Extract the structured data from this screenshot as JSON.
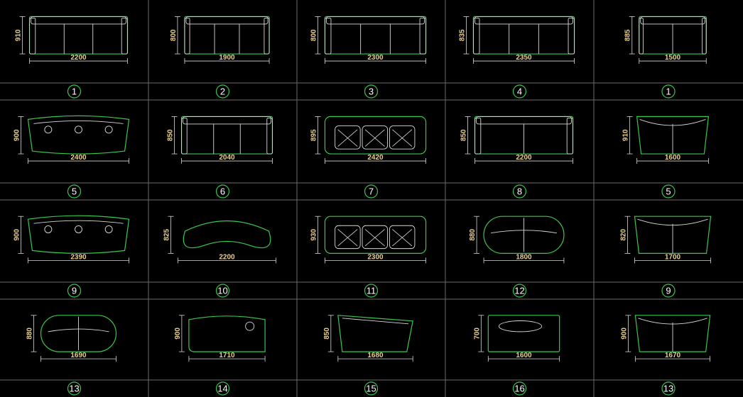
{
  "colors": {
    "outline": "#39c84a",
    "detail": "#d8d8d8",
    "dimension_text": "#e8cf8a",
    "grid": "#6b6b6b",
    "background": "#000000"
  },
  "cells": [
    {
      "id": "1",
      "width": "2200",
      "depth": "910",
      "shape": "rect3"
    },
    {
      "id": "2",
      "width": "1900",
      "depth": "800",
      "shape": "rect3"
    },
    {
      "id": "3",
      "width": "2300",
      "depth": "800",
      "shape": "rect3"
    },
    {
      "id": "4",
      "width": "2350",
      "depth": "835",
      "shape": "rect3"
    },
    {
      "id": "1",
      "width": "1500",
      "depth": "885",
      "shape": "rect2"
    },
    {
      "id": "5",
      "width": "2400",
      "depth": "900",
      "shape": "curve3"
    },
    {
      "id": "6",
      "width": "2040",
      "depth": "850",
      "shape": "rect3"
    },
    {
      "id": "7",
      "width": "2420",
      "depth": "895",
      "shape": "tufted"
    },
    {
      "id": "8",
      "width": "2200",
      "depth": "850",
      "shape": "rect2"
    },
    {
      "id": "5",
      "width": "1600",
      "depth": "910",
      "shape": "flare"
    },
    {
      "id": "9",
      "width": "2390",
      "depth": "900",
      "shape": "curve3"
    },
    {
      "id": "10",
      "width": "2200",
      "depth": "825",
      "shape": "kidney"
    },
    {
      "id": "11",
      "width": "2300",
      "depth": "930",
      "shape": "tufted"
    },
    {
      "id": "12",
      "width": "1800",
      "depth": "880",
      "shape": "round"
    },
    {
      "id": "9",
      "width": "1700",
      "depth": "820",
      "shape": "flare"
    },
    {
      "id": "13",
      "width": "1690",
      "depth": "880",
      "shape": "round"
    },
    {
      "id": "14",
      "width": "1710",
      "depth": "900",
      "shape": "chaise"
    },
    {
      "id": "15",
      "width": "1680",
      "depth": "850",
      "shape": "wedge"
    },
    {
      "id": "16",
      "width": "1600",
      "depth": "700",
      "shape": "daybed"
    },
    {
      "id": "13",
      "width": "1670",
      "depth": "900",
      "shape": "flare"
    }
  ]
}
